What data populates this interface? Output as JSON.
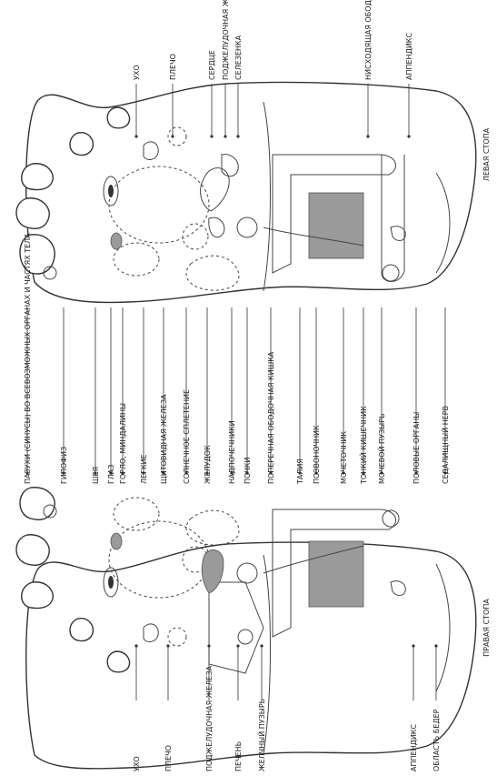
{
  "feet": {
    "left_title": "ЛЕВАЯ СТОПА",
    "right_title": "ПРАВАЯ СТОПА"
  },
  "center_labels": [
    "ПАЗУХИ (СИНУСЫ) ВО ВСЕВОЗМОЖНЫХ ОРГАНАХ И ЧАСТЯХ ТЕЛА",
    "ГИПОФИЗ",
    "ШЕЯ",
    "ГЛАЗ",
    "ГОРЛО, МИНДАЛИНЫ",
    "ЛЕГКИЕ",
    "ЩИТОВИДНАЯ ЖЕЛЕЗА",
    "СОЛНЕЧНОЕ СПЛЕТЕНИЕ",
    "ЖЕЛУДОК",
    "НАДПОЧЕЧНИКИ",
    "ПОЧКИ",
    "ПОПЕРЕЧНАЯ ОБОДОЧНАЯ КИШКА",
    "ТАЛИЯ",
    "ПОЗВОНОЧНИК",
    "МОЧЕТОЧНИК",
    "ТОНКИЙ КИШЕЧНИК",
    "МОЧЕВОЙ ПУЗЫРЬ",
    "ПОЛОВЫЕ ОРГАНЫ",
    "СЕДАЛИЩНЫЙ НЕРВ"
  ],
  "top_labels": [
    "УХО",
    "ПЛЕЧО",
    "СЕРДЦЕ",
    "ПОДЖЕЛУДОЧНАЯ ЖЕЛЕЗА",
    "СЕЛЕЗЕНКА",
    "НИСХОДЯЩАЯ ОБОДОЧНАЯ КИШКА",
    "АППЕНДИКС"
  ],
  "bottom_labels": [
    "УХО",
    "ПЛЕЧО",
    "ПОДЖЕЛУДОЧНАЯ ЖЕЛЕЗА",
    "ПЕЧЕНЬ",
    "ЖЕЛЧНЫЙ ПУЗЫРЬ",
    "АППЕНДИКС",
    "ОБЛАСТЬ БЕДЕР"
  ]
}
